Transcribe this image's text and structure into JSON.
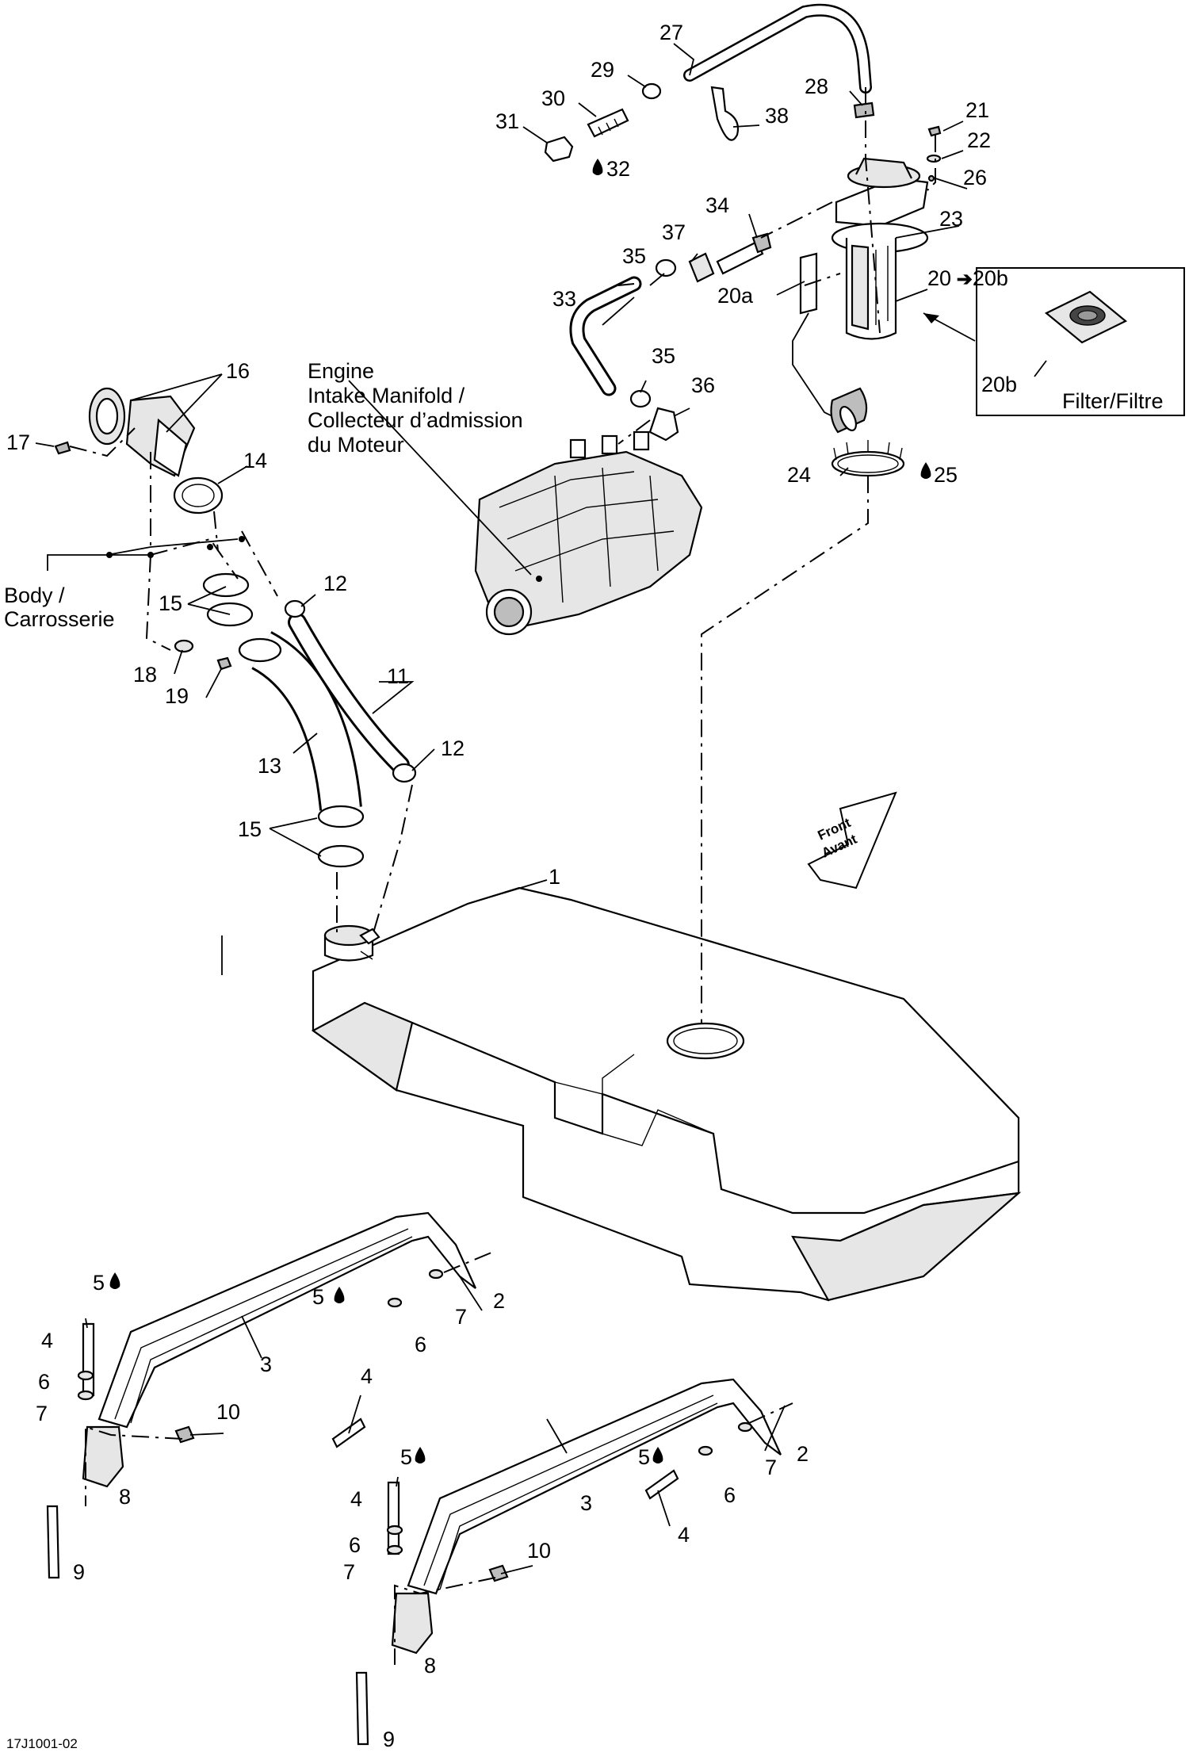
{
  "diagram_id": "17J1001-02",
  "labels": {
    "engine_manifold": [
      "Engine",
      "Intake Manifold /",
      "Collecteur d’admission",
      "du Moteur"
    ],
    "body": [
      "Body /",
      "Carrosserie"
    ],
    "filter": "Filter/Filtre",
    "front": [
      "Front",
      "Avant"
    ]
  },
  "callouts": {
    "c1": "1",
    "c2a": "2",
    "c2b": "2",
    "c3a": "3",
    "c3b": "3",
    "c4a": "4",
    "c4b": "4",
    "c4c": "4",
    "c4d": "4",
    "c5a": "5",
    "c5b": "5",
    "c5c": "5",
    "c5d": "5",
    "c6a": "6",
    "c6b": "6",
    "c6c": "6",
    "c6d": "6",
    "c7a": "7",
    "c7b": "7",
    "c7c": "7",
    "c7d": "7",
    "c8a": "8",
    "c8b": "8",
    "c9a": "9",
    "c9b": "9",
    "c10a": "10",
    "c10b": "10",
    "c11": "11",
    "c12a": "12",
    "c12b": "12",
    "c13": "13",
    "c14": "14",
    "c15a": "15",
    "c15b": "15",
    "c16": "16",
    "c17": "17",
    "c18": "18",
    "c19": "19",
    "c20": "20",
    "c20arrow": "20b",
    "c20a": "20a",
    "c20b": "20b",
    "c21": "21",
    "c22": "22",
    "c23": "23",
    "c24": "24",
    "c25": "25",
    "c26": "26",
    "c27": "27",
    "c28": "28",
    "c29": "29",
    "c30": "30",
    "c31": "31",
    "c32": "32",
    "c33": "33",
    "c34": "34",
    "c35a": "35",
    "c35b": "35",
    "c36": "36",
    "c37": "37",
    "c38": "38"
  },
  "icons": {
    "drop": "liquid-drop-icon",
    "arrow": "right-arrow-icon"
  }
}
